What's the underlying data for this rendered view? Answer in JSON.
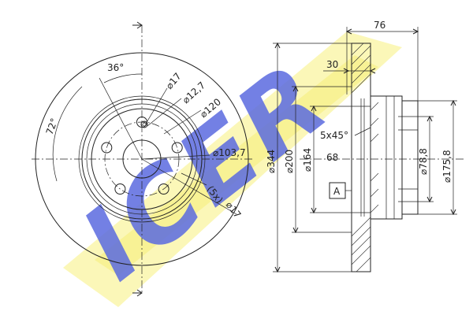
{
  "watermark": {
    "text": "ICER",
    "letter_fill": "#5b6be0",
    "band_fill": "#fbf6b0",
    "band_fill_2": "#f7ef86"
  },
  "front_view": {
    "angle_36": "36°",
    "angle_72": "72°",
    "dia_17": "⌀17",
    "dia_12_7": "⌀12,7",
    "dia_120": "⌀120",
    "dia_103_7": "⌀103,7",
    "holes_count": "(5x)",
    "holes_dia": "⌀17"
  },
  "side_view": {
    "dim_76": "76",
    "dim_30": "30",
    "dia_344": "⌀344",
    "dia_200": "⌀200",
    "dia_164": "⌀164",
    "chamfer": "5x45°",
    "dim_68": "68",
    "dia_78_8": "⌀78,8",
    "dia_175_8": "⌀175,8",
    "datum": "A"
  },
  "colors": {
    "line": "#222222",
    "background": "#ffffff"
  }
}
